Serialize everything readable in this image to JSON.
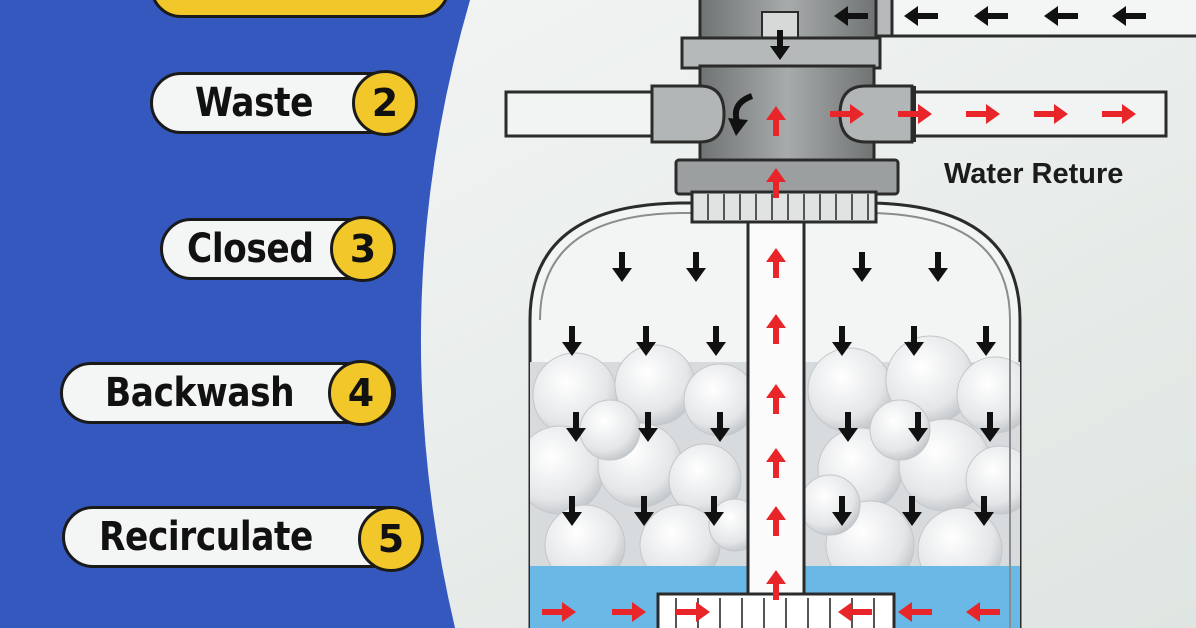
{
  "valve_settings": [
    {
      "label": "Waste",
      "number": "2"
    },
    {
      "label": "Closed",
      "number": "3"
    },
    {
      "label": "Backwash",
      "number": "4"
    },
    {
      "label": "Recirculate",
      "number": "5"
    }
  ],
  "outlet_label": "Water Reture",
  "colors": {
    "panel_blue": "#3a5ec8",
    "badge_yellow": "#f2c72a",
    "flow_in": "#111111",
    "flow_out": "#e8262a",
    "water": "#69b8e6",
    "valve_gray": "#9a9d9d"
  },
  "flow": {
    "inflow_arrows_top_pipe": 5,
    "return_arrows_right_pipe": 5
  }
}
